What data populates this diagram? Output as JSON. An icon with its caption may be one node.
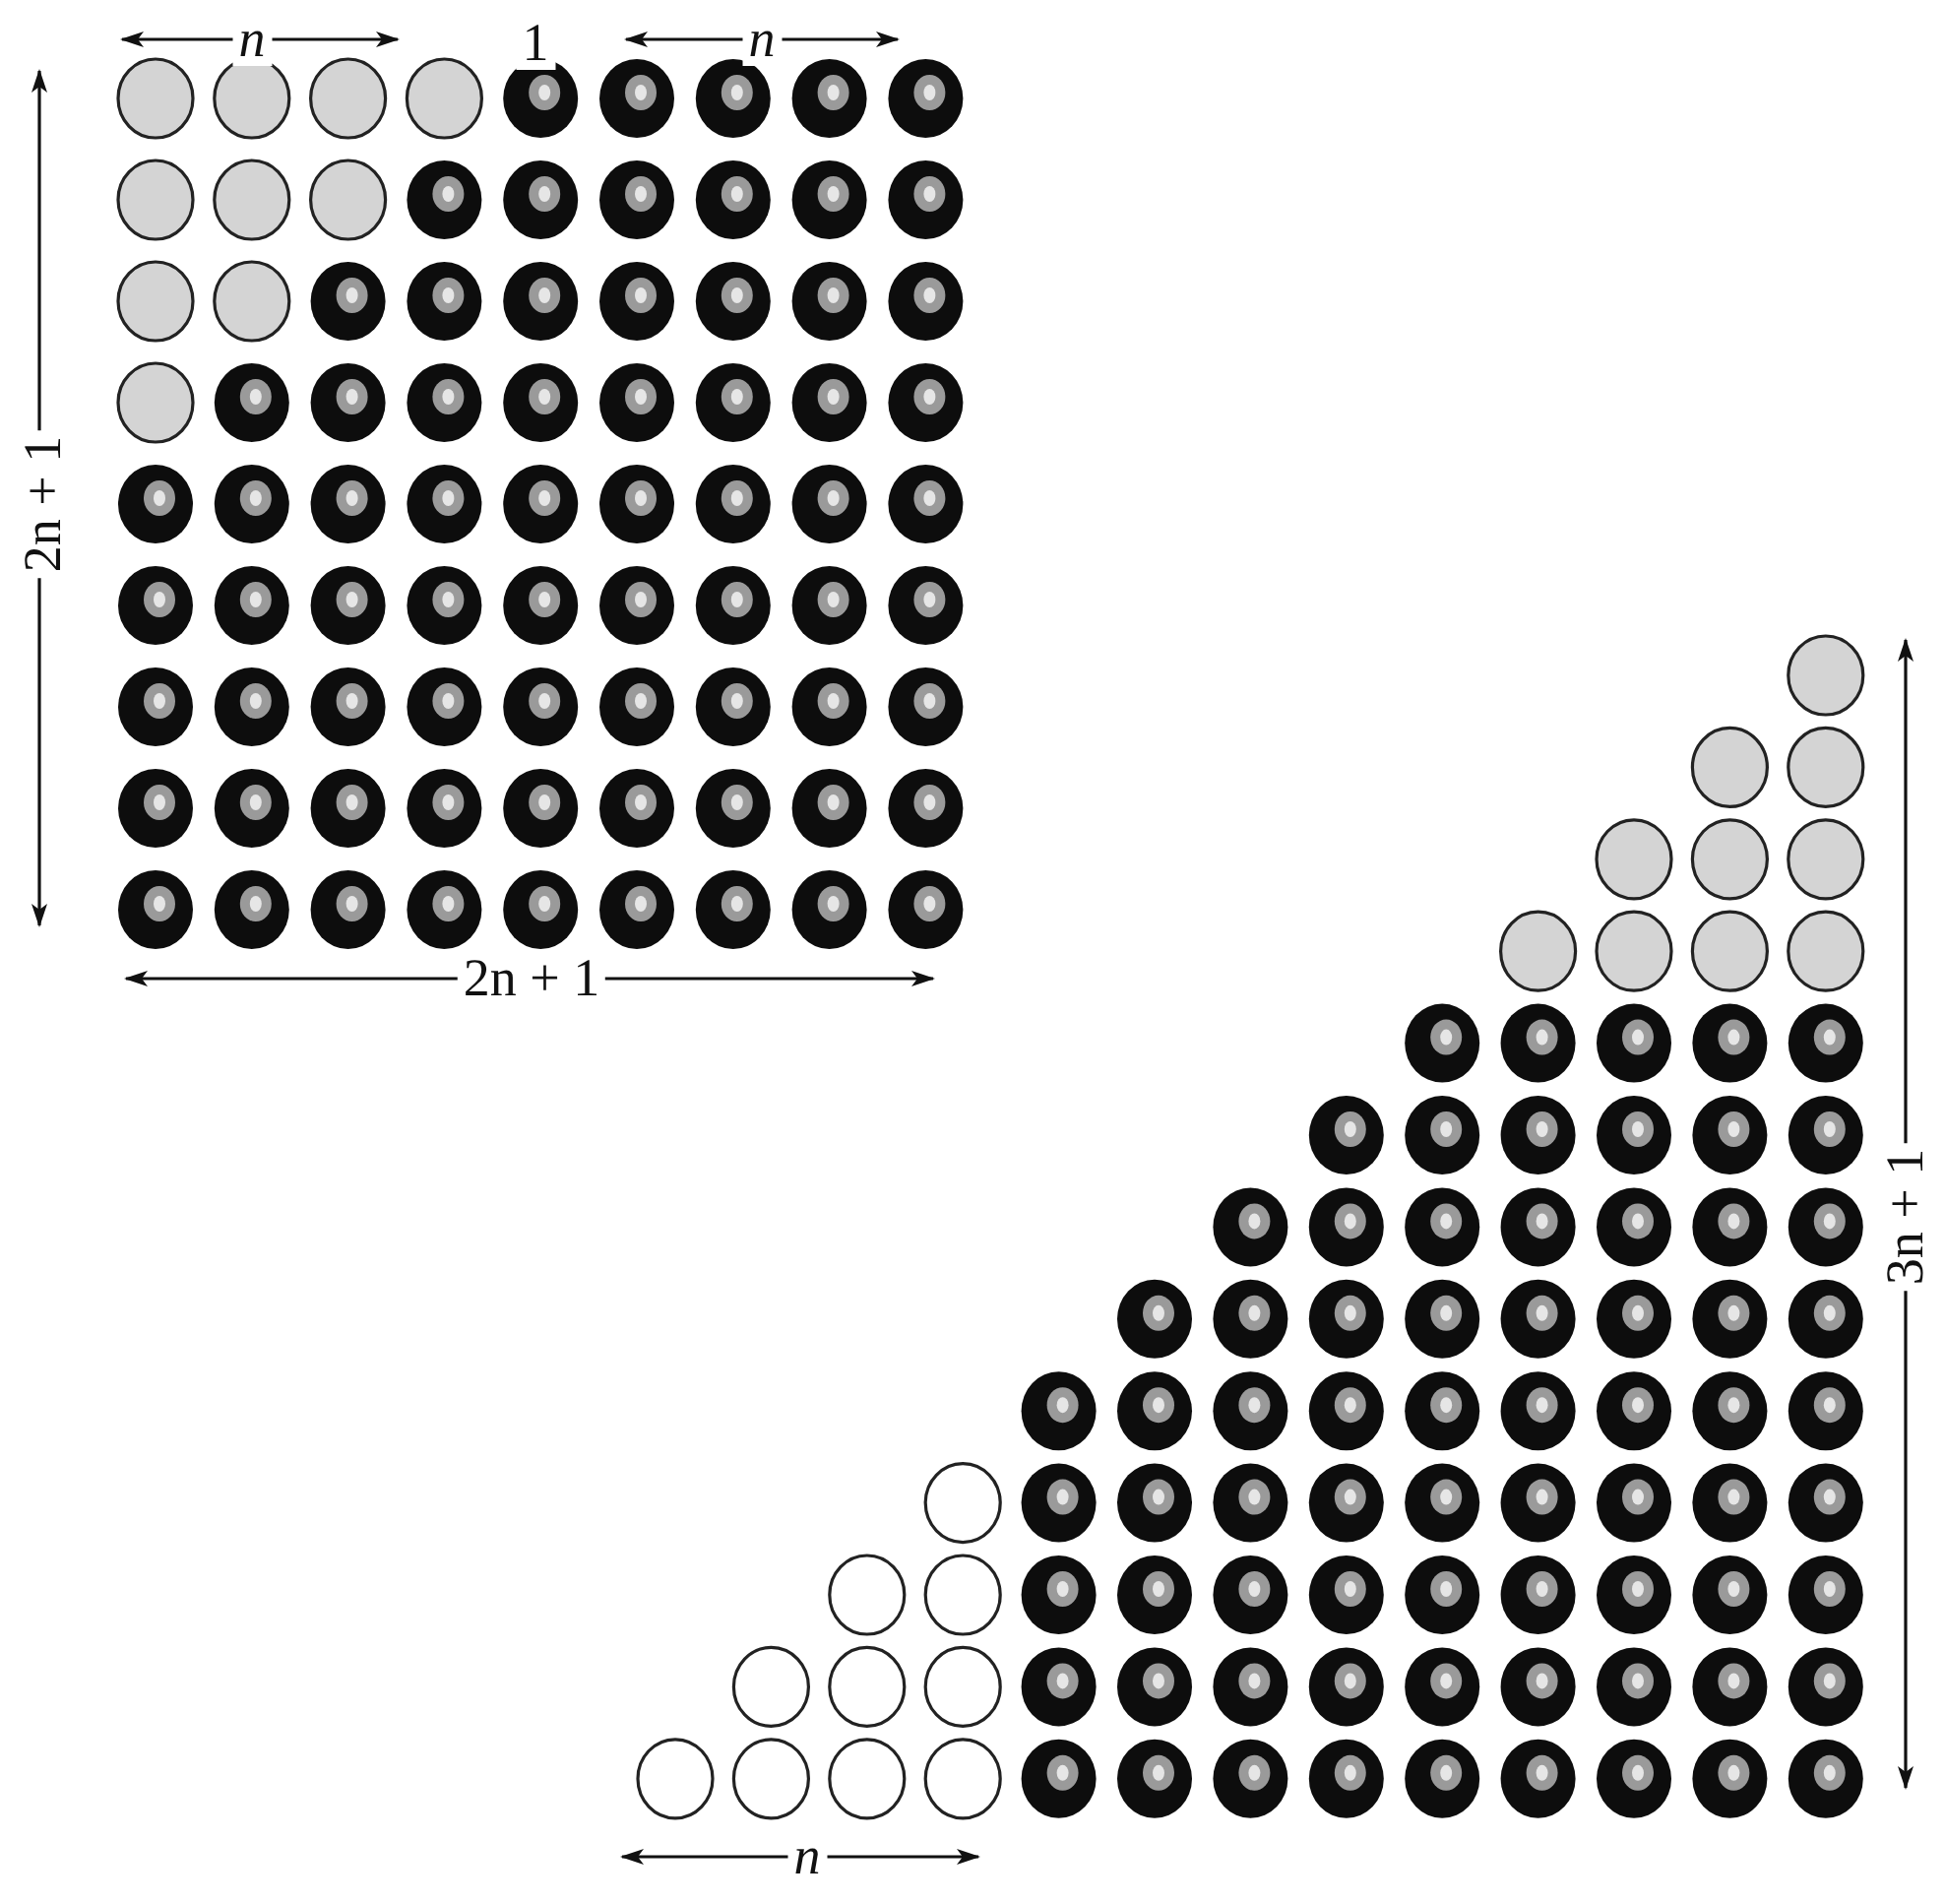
{
  "diagram": {
    "labels": [
      "n",
      "1",
      "n",
      "2n + 1",
      "2n + 1",
      "3n + 1",
      "n"
    ]
  }
}
